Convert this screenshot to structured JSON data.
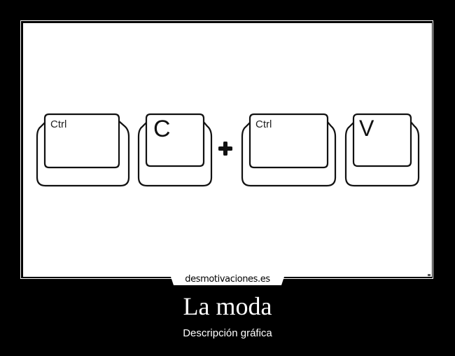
{
  "poster": {
    "image": {
      "description": "Four keyboard keys: Ctrl, C, plus sign, Ctrl, V",
      "keys": [
        {
          "label": "Ctrl",
          "display": "Ctrl"
        },
        {
          "label": "C",
          "display": "C"
        },
        {
          "label": "Ctrl",
          "display": "Ctrl"
        },
        {
          "label": "V",
          "display": "V"
        }
      ],
      "operator": "+"
    },
    "watermark": "desmotivaciones.es",
    "title": "La moda",
    "subtitle": "Descripción gráfica"
  },
  "colors": {
    "background": "#000000",
    "canvas": "#ffffff",
    "ink": "#111111"
  }
}
